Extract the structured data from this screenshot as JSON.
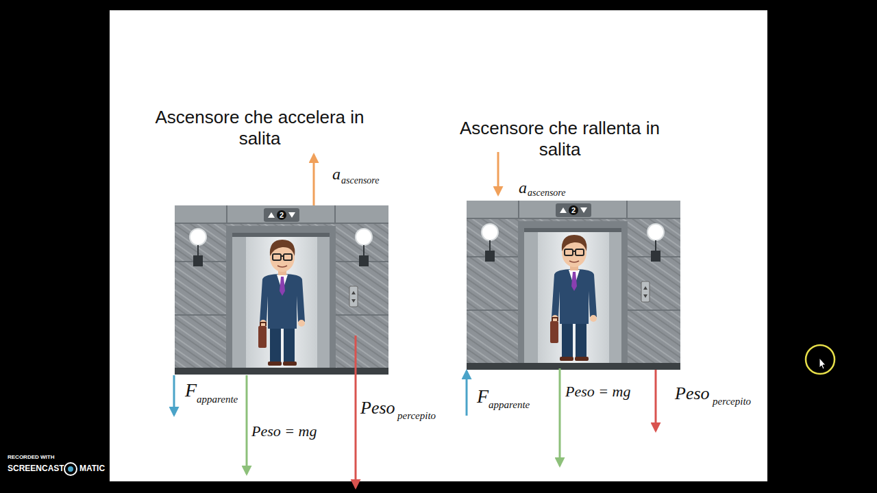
{
  "diagram": {
    "labels": [
      "Ascensore che accelera in salita",
      "a",
      "ascensore",
      "2",
      "F",
      "apparente",
      "Peso = mg",
      "Peso",
      "percepito",
      "Ascensore che rallenta in salita",
      "a",
      "ascensore",
      "2",
      "F",
      "apparente",
      "Peso = mg",
      "Peso",
      "percepito",
      "RECORDED WITH",
      "SCREENCAST",
      "MATIC"
    ]
  }
}
